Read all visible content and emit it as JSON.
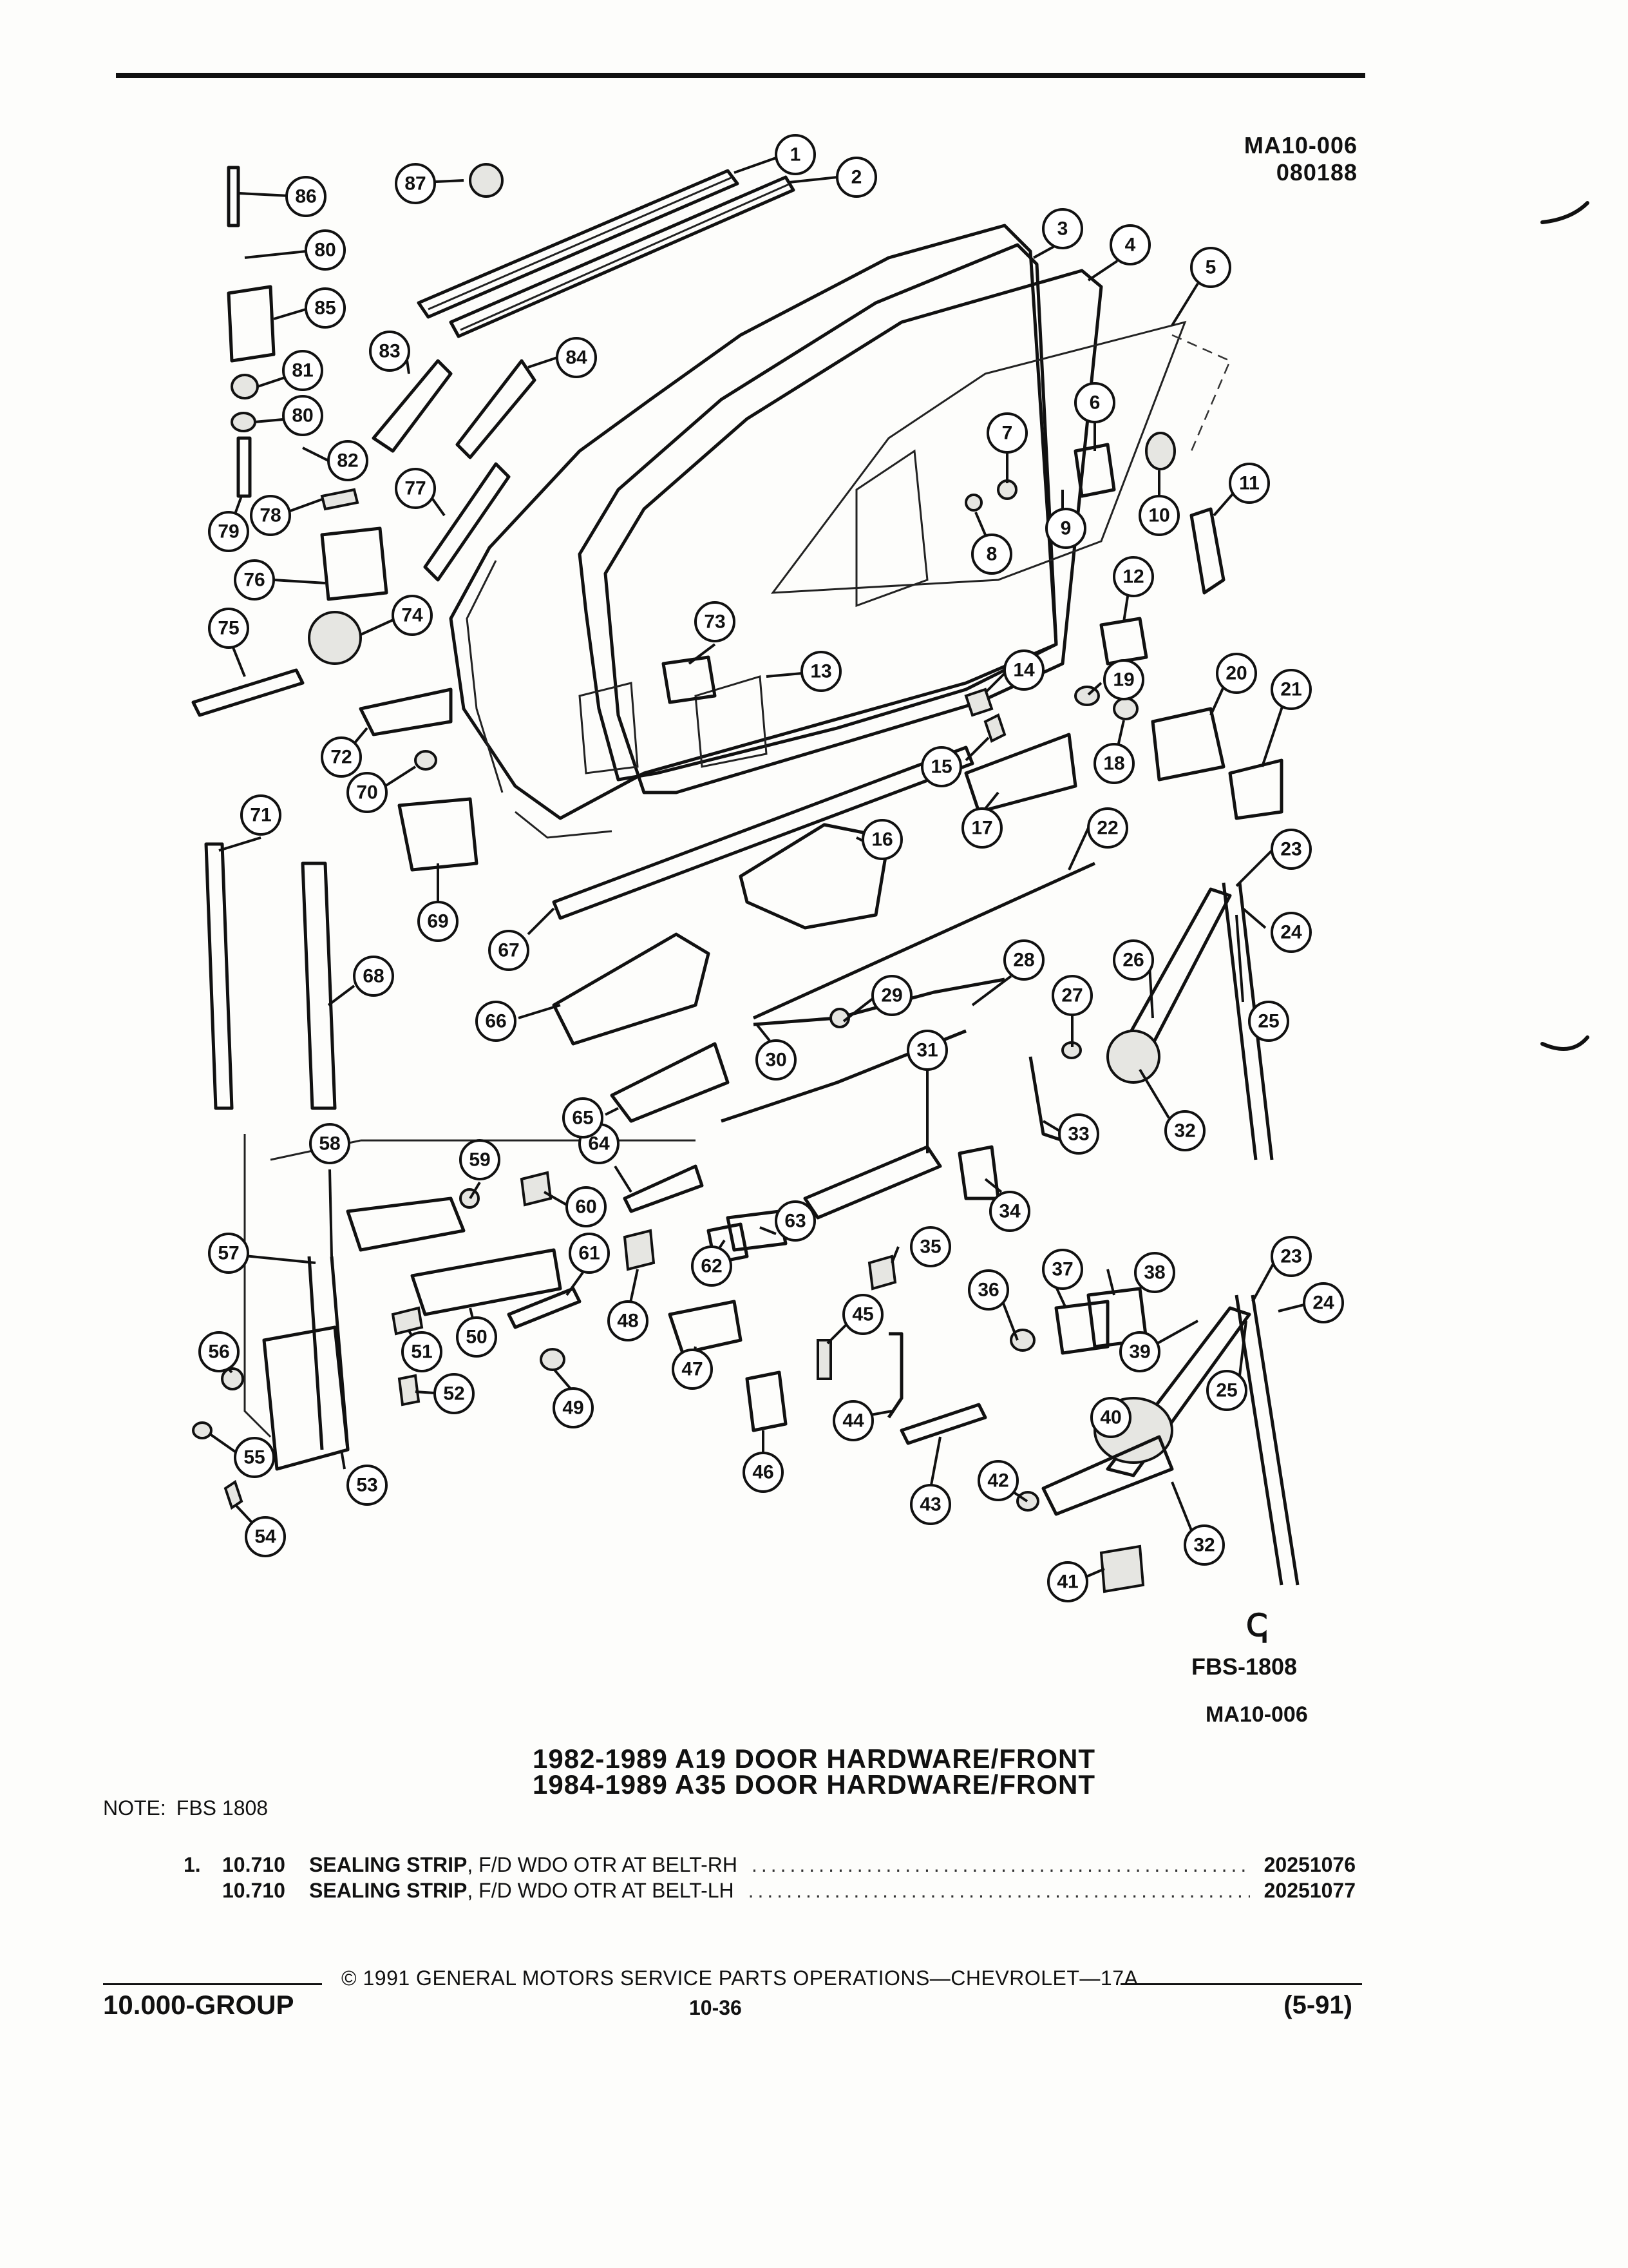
{
  "header": {
    "ref_code": "MA10-006",
    "ref_date": "080188"
  },
  "diagram": {
    "callouts": [
      "1",
      "2",
      "3",
      "4",
      "5",
      "6",
      "7",
      "8",
      "9",
      "10",
      "11",
      "12",
      "13",
      "14",
      "15",
      "16",
      "17",
      "18",
      "19",
      "20",
      "21",
      "22",
      "23",
      "24",
      "25",
      "26",
      "27",
      "28",
      "29",
      "30",
      "31",
      "32",
      "33",
      "34",
      "35",
      "36",
      "37",
      "38",
      "39",
      "40",
      "41",
      "42",
      "43",
      "44",
      "45",
      "46",
      "47",
      "48",
      "49",
      "50",
      "51",
      "52",
      "53",
      "54",
      "55",
      "56",
      "57",
      "58",
      "59",
      "60",
      "61",
      "62",
      "63",
      "64",
      "65",
      "66",
      "67",
      "68",
      "69",
      "70",
      "71",
      "72",
      "73",
      "74",
      "75",
      "76",
      "77",
      "78",
      "79",
      "80",
      "81",
      "82",
      "83",
      "84",
      "85",
      "86",
      "87",
      "23",
      "24",
      "25",
      "32",
      "80"
    ],
    "fbs_mark": "ↅ",
    "fbs_code": "FBS-1808",
    "figure_code": "MA10-006"
  },
  "catalog": {
    "title_1": "1982-1989 A19 DOOR HARDWARE/FRONT",
    "title_2": "1984-1989 A35 DOOR HARDWARE/FRONT",
    "note_label": "NOTE:",
    "note_text": "FBS 1808",
    "parts": [
      {
        "item": "1.",
        "code": "10.710",
        "name": "SEALING STRIP",
        "desc": ", F/D WDO OTR AT BELT-RH",
        "number": "20251076"
      },
      {
        "item": "",
        "code": "10.710",
        "name": "SEALING STRIP",
        "desc": ", F/D WDO OTR AT BELT-LH",
        "number": "20251077"
      }
    ]
  },
  "footer": {
    "copyright": "© 1991 GENERAL MOTORS SERVICE PARTS OPERATIONS—CHEVROLET—17A",
    "group": "10.000-GROUP",
    "page": "10-36",
    "date": "(5-91)"
  }
}
